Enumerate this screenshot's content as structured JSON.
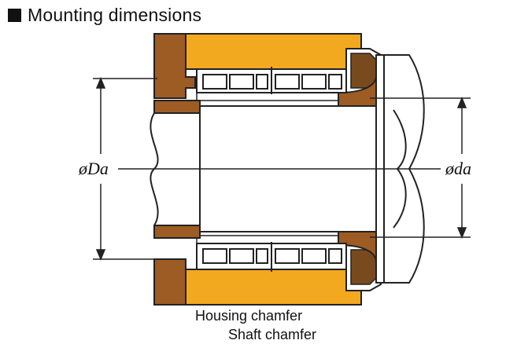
{
  "title": "Mounting dimensions",
  "labels": {
    "housing_dia": "øDa",
    "shaft_dia": "øda",
    "housing_chamfer": "Housing chamfer",
    "shaft_chamfer": "Shaft chamfer"
  },
  "colors": {
    "housing": "#9C5C24",
    "outer_ring": "#F2A81F",
    "seal": "#7A4A1F",
    "outline": "#222222",
    "background": "#FFFFFF"
  }
}
